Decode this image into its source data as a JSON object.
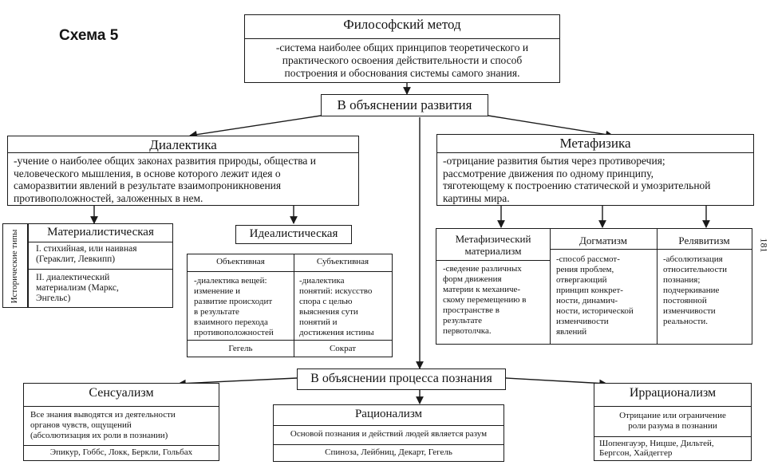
{
  "scheme_label": "Схема 5",
  "page_number": "181",
  "method": {
    "title": "Философский метод",
    "definition": "-система наиболее общих принципов теоретического и\nпрактического освоения действительности и способ\nпостроения и обоснования системы самого знания."
  },
  "development": {
    "title": "В объяснении развития"
  },
  "dialectics": {
    "title": "Диалектика",
    "definition": "-учение о наиболее общих законах развития природы, общества и\nчеловеческого мышления, в основе которого лежит идея о\nсаморазвитии явлений в результате взаимопроникновения\nпротивоположностей, заложенных в нем."
  },
  "metaphysics": {
    "title": "Метафизика",
    "definition": "-отрицание развития бытия через противоречия;\nрассмотрение движения по одному принципу,\nтяготеющему к построению статической и умозрительной\nкартины мира."
  },
  "historical_types_label": "Исторические типы",
  "materialist": {
    "title": "Материалистическая",
    "item1": "I. стихийная, или наивная\n(Гераклит, Левкипп)",
    "item2": "II. диалектический\nматериализм (Маркс,\nЭнгельс)"
  },
  "idealist": {
    "title": "Идеалистическая",
    "objective": {
      "title": "Объективная",
      "text": "-диалектика вещей:\nизменение и\nразвитие происходит\nв результате\nвзаимного перехода\nпротивоположностей",
      "name": "Гегель"
    },
    "subjective": {
      "title": "Субъективная",
      "text": "-диалектика\nпонятий: искусство\nспора с целью\nвыяснения сути\nпонятий и\nдостижения истины",
      "name": "Сократ"
    }
  },
  "metaphysical_materialism": {
    "title": "Метафизический\nматериализм",
    "text": "-сведение различных\nформ движения\nматерии к механиче-\nскому перемещению в\nпространстве в\nрезультате\nпервотолчка."
  },
  "dogmatism": {
    "title": "Догматизм",
    "text": "-способ рассмот-\nрения проблем,\nотвергающий\nпринцип конкрет-\nности, динамич-\nности, исторической\nизменчивости\nявлений"
  },
  "relativism": {
    "title": "Релявитизм",
    "text": "-абсолютизация\nотносительности\nпознания;\nподчеркивание\nпостоянной\nизменчивости\nреальности."
  },
  "cognition": {
    "title": "В объяснении процесса познания"
  },
  "sensualism": {
    "title": "Сенсуализм",
    "text": "Все знания выводятся из деятельности\nорганов чувств, ощущений\n(абсолютизация их роли в познании)",
    "names": "Эпикур, Гоббс, Локк, Беркли, Гольбах"
  },
  "rationalism": {
    "title": "Рационализм",
    "text": "Основой познания и действий людей является разум",
    "names": "Спиноза, Лейбниц, Декарт, Гегель"
  },
  "irrationalism": {
    "title": "Иррационализм",
    "text": "Отрицание или ограничение\nроли разума в познании",
    "names": "Шопенгауэр, Ницше, Дильтей,\nБергсон, Хайдеггер"
  }
}
